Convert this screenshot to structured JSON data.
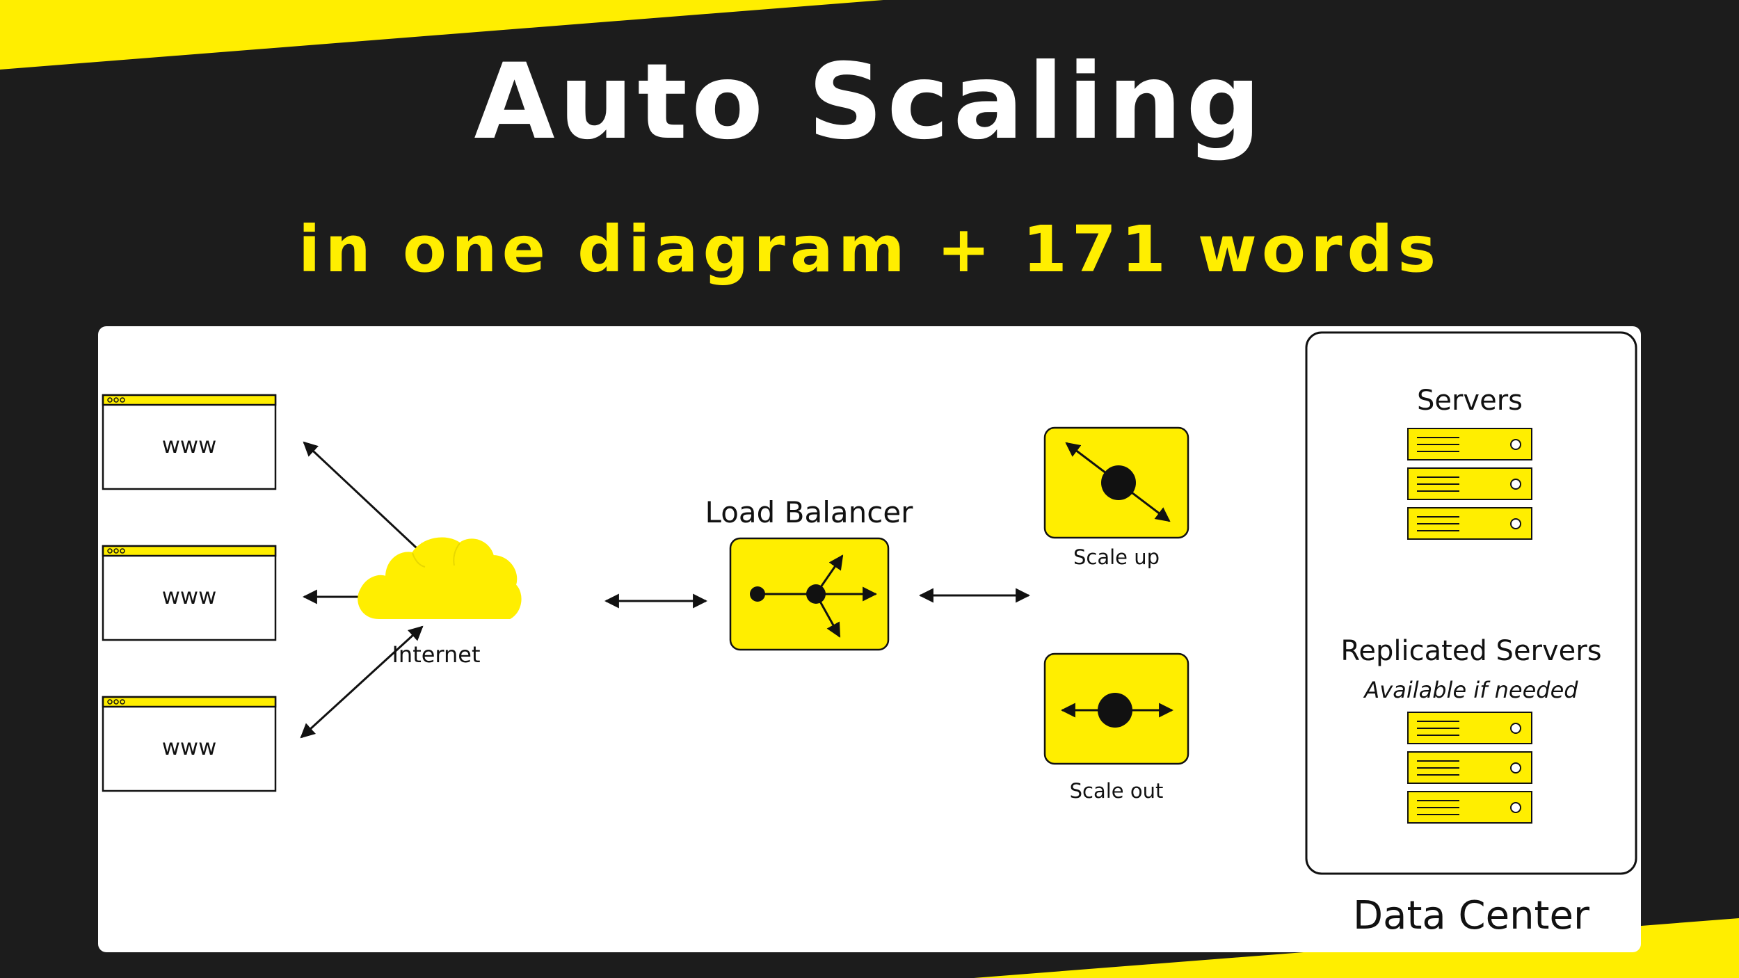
{
  "header": {
    "title": "Auto Scaling",
    "subtitle": "in one diagram + 171 words"
  },
  "diagram": {
    "browsers": [
      {
        "label": "www"
      },
      {
        "label": "www"
      },
      {
        "label": "www"
      }
    ],
    "internet": {
      "label": "Internet"
    },
    "load_balancer": {
      "label": "Load Balancer"
    },
    "scale_up": {
      "label": "Scale up"
    },
    "scale_out": {
      "label": "Scale out"
    },
    "data_center": {
      "label": "Data Center",
      "servers_label": "Servers",
      "replicated_label": "Replicated Servers",
      "replicated_note": "Available if needed"
    }
  },
  "colors": {
    "accent": "#ffee00",
    "background": "#1c1c1c",
    "panel": "#ffffff",
    "ink": "#111111"
  }
}
